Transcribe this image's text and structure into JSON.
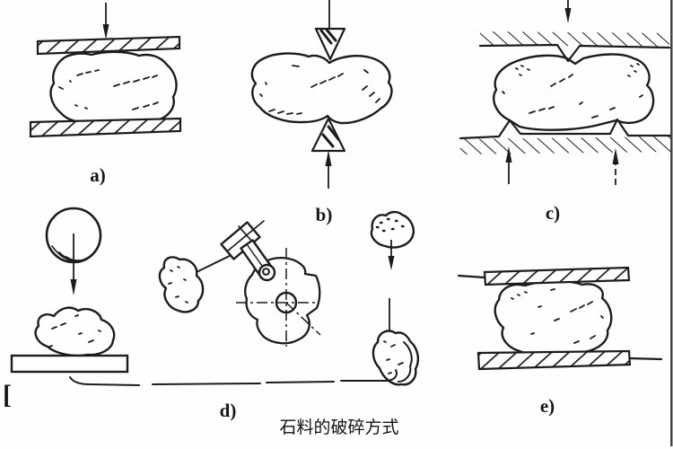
{
  "figure": {
    "caption": "石料的破碎方式",
    "stray_text": "[",
    "labels": {
      "a": "a)",
      "b": "b)",
      "c": "c)",
      "d": "d)",
      "e": "e)"
    },
    "colors": {
      "ink": "#1c1c1c",
      "background": "#ffffff",
      "right_border": "#3f3f3f"
    }
  }
}
